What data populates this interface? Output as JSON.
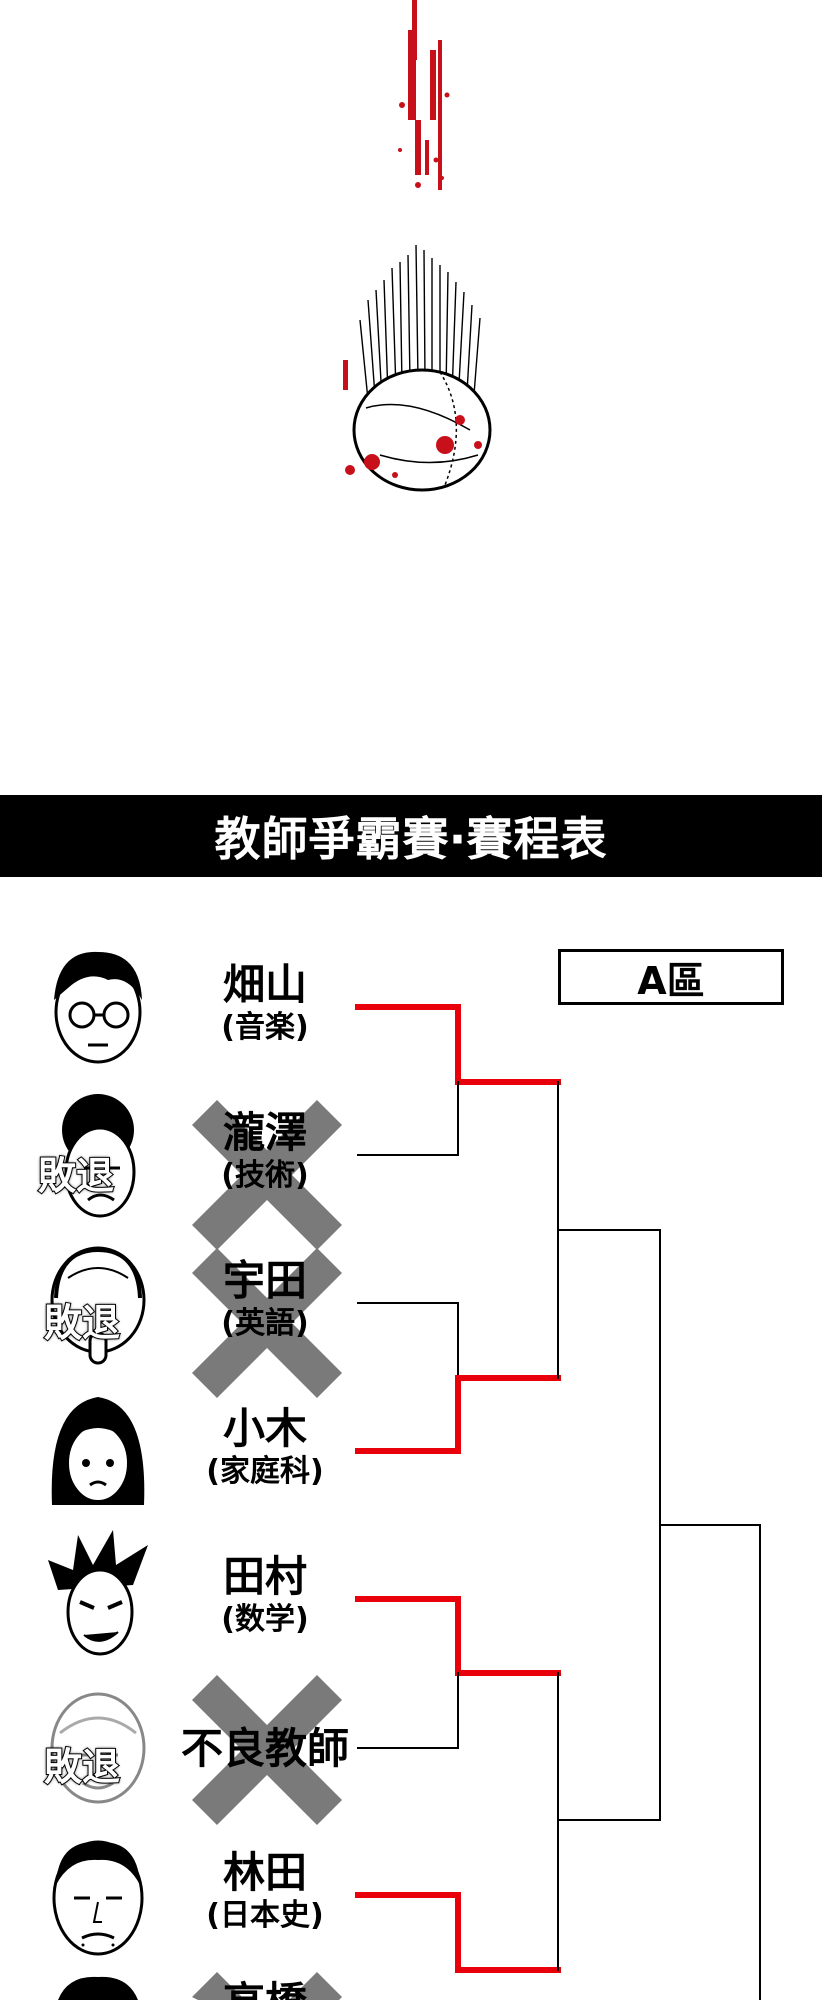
{
  "banner": {
    "title": "教師爭霸賽‧賽程表"
  },
  "region": {
    "label": "A區"
  },
  "eliminated_label": "敗退",
  "entries": [
    {
      "name": "畑山",
      "subject": "(音楽)",
      "eliminated": false,
      "face": "face-glasses-icon"
    },
    {
      "name": "瀧澤",
      "subject": "(技術)",
      "eliminated": true,
      "face": "face-afro-icon"
    },
    {
      "name": "宇田",
      "subject": "(英語)",
      "eliminated": true,
      "face": "face-tongue-icon"
    },
    {
      "name": "小木",
      "subject": "(家庭科)",
      "eliminated": false,
      "face": "face-bob-hair-icon"
    },
    {
      "name": "田村",
      "subject": "(数学)",
      "eliminated": false,
      "face": "face-spiky-hair-icon"
    },
    {
      "name": "不良教師",
      "subject": "",
      "eliminated": true,
      "face": "face-bald-icon"
    },
    {
      "name": "林田",
      "subject": "(日本史)",
      "eliminated": false,
      "face": "face-old-man-icon"
    },
    {
      "name": "高橋",
      "subject": "",
      "eliminated": true,
      "face": "face-partial-icon"
    }
  ],
  "colors": {
    "winner_line": "#e8000b",
    "loser_line": "#000000",
    "x_mark": "#7a7a7a",
    "banner_bg": "#000000",
    "blood": "#c8101a"
  }
}
